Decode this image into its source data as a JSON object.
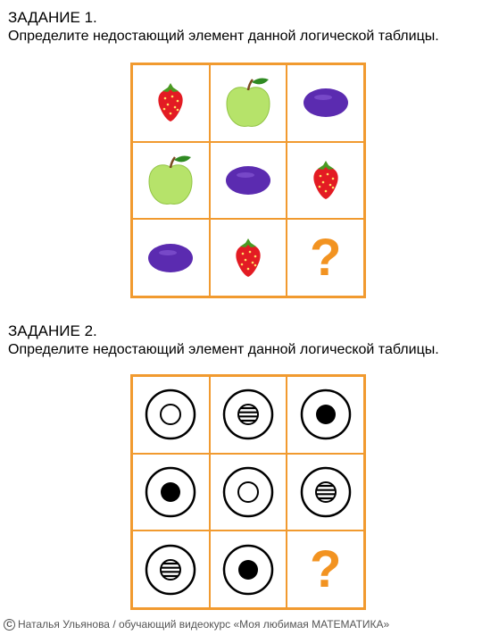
{
  "task1": {
    "title": "ЗАДАНИЕ 1.",
    "text": "Определите недостающий элемент данной логической таблицы.",
    "cells": [
      "strawberry-icon",
      "apple-icon",
      "plum-icon",
      "apple-icon",
      "plum-icon",
      "strawberry-icon",
      "plum-icon",
      "strawberry-icon",
      "question-mark"
    ]
  },
  "task2": {
    "title": "ЗАДАНИЕ 2.",
    "text": "Определите недостающий элемент данной логической таблицы.",
    "cells": [
      "ring-hollow-icon",
      "ring-striped-icon",
      "ring-filled-icon",
      "ring-filled-icon",
      "ring-hollow-icon",
      "ring-striped-icon",
      "ring-striped-icon",
      "ring-filled-icon",
      "question-mark"
    ]
  },
  "question_mark": "?",
  "footer": {
    "copyright_symbol": "C",
    "text": "Наталья Ульянова / обучающий видеокурс «Моя любимая МАТЕМАТИКА»"
  },
  "colors": {
    "grid_border": "#f19a2f",
    "question_mark": "#f29321"
  }
}
